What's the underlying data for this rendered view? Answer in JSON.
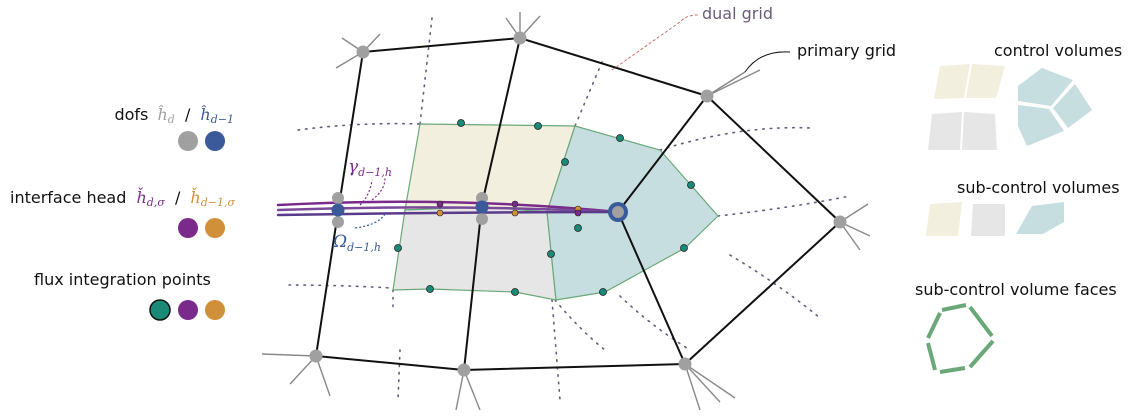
{
  "colors": {
    "primary_grid": "#111111",
    "dual_grid": "#6b5b7b",
    "dof_gray": "#a0a0a0",
    "dof_blue": "#3a5a9a",
    "interface_purple": "#7a2a8a",
    "interface_orange": "#d0903a",
    "flux_teal": "#1a8a78",
    "cv_beige": "#f2efdf",
    "cv_gray": "#e6e6e6",
    "cv_teal": "#c6dedf",
    "face_green": "#6aa87a",
    "callout_red": "#d07070"
  },
  "labels": {
    "dual_grid": "dual grid",
    "primary_grid": "primary grid",
    "dofs_prefix": "dofs",
    "dofs_hd": "ĥ",
    "dofs_hd_sub": "d",
    "dofs_sep": "/",
    "dofs_hd1": "ĥ",
    "dofs_hd1_sub": "d−1",
    "interface_prefix": "interface head",
    "interface_h": "ȟ",
    "interface_h_sub": "d,σ",
    "interface_sep": "/",
    "interface_h1": "ȟ",
    "interface_h1_sub": "d−1,σ",
    "flux_points": "flux integration points",
    "gamma": "γ",
    "gamma_sub": "d−1,h",
    "omega": "Ω",
    "omega_sub": "d−1,h",
    "control_volumes": "control volumes",
    "sub_control_volumes": "sub-control volumes",
    "scv_faces": "sub-control volume faces"
  }
}
